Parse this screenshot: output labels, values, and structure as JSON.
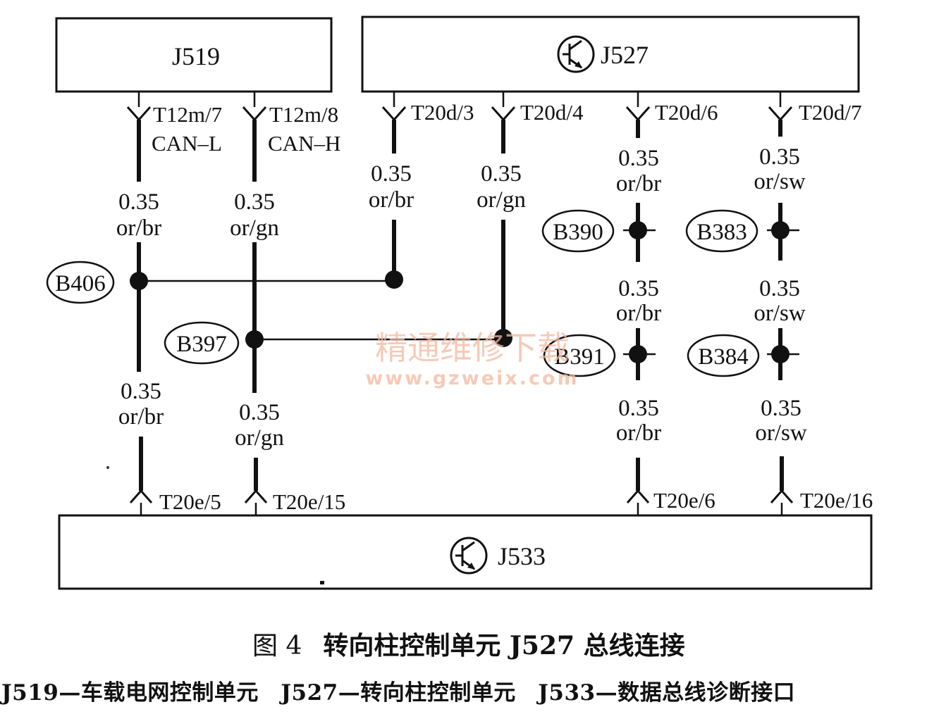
{
  "modules": {
    "j519": "J519",
    "j527": "J527",
    "j533": "J533"
  },
  "pins": {
    "t12m7": "T12m/7",
    "t12m8": "T12m/8",
    "can_l": "CAN–L",
    "can_h": "CAN–H",
    "t20d3": "T20d/3",
    "t20d4": "T20d/4",
    "t20d6": "T20d/6",
    "t20d7": "T20d/7",
    "t20e5": "T20e/5",
    "t20e15": "T20e/15",
    "t20e6": "T20e/6",
    "t20e16": "T20e/16"
  },
  "wire_size": "0.35",
  "colors": {
    "or_br": "or/br",
    "or_gn": "or/gn",
    "or_sw": "or/sw"
  },
  "splices": {
    "b406": "B406",
    "b397": "B397",
    "b390": "B390",
    "b383": "B383",
    "b391": "B391",
    "b384": "B384"
  },
  "watermark": {
    "cn": "精通维修下载",
    "url": "www.gzweix.com"
  },
  "caption": {
    "figure": "图 4",
    "title": "转向柱控制单元 J527 总线连接",
    "legend": "J519—车载电网控制单元　J527—转向柱控制单元　J533—数据总线诊断接口"
  }
}
